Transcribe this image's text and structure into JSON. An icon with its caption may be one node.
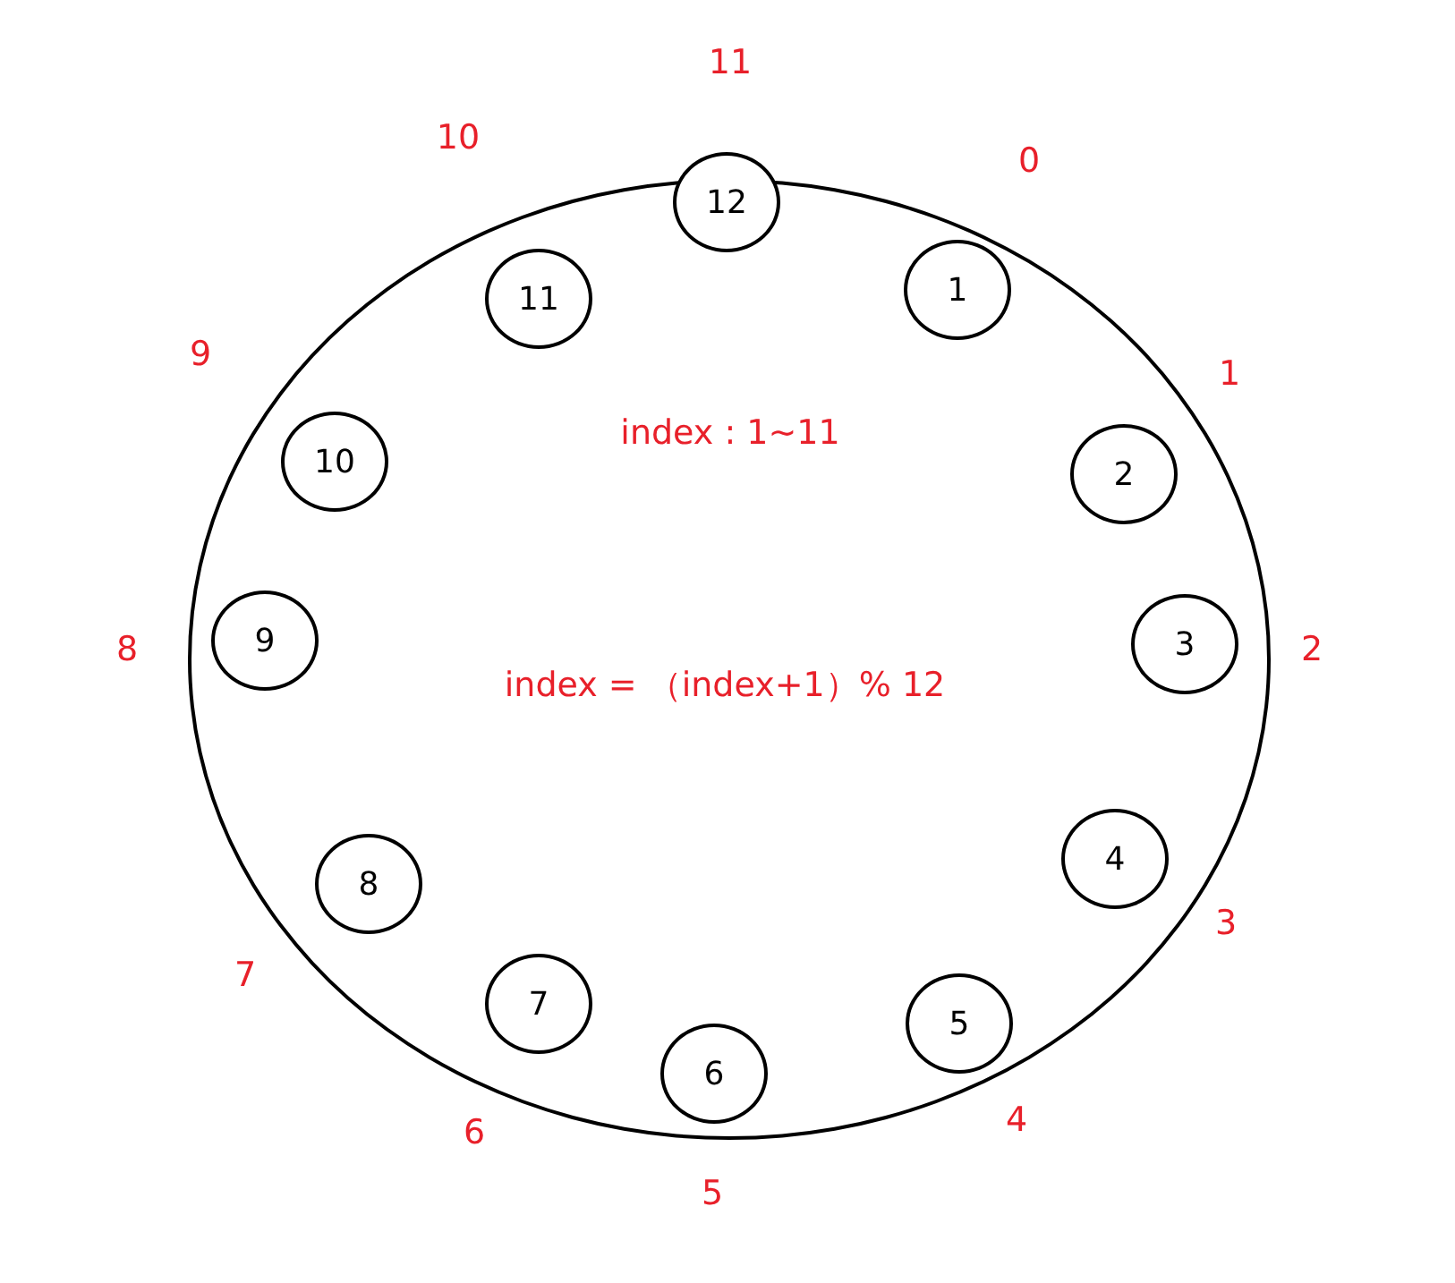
{
  "diagram": {
    "nodes": [
      {
        "text": [
          "index : 1~11",
          "index = （index+1）% 12"
        ]
      },
      {
        "text": [
          "1"
        ],
        "in": 0,
        "beside": [
          "0"
        ]
      },
      {
        "text": [
          "2"
        ],
        "in": 0,
        "beside": [
          "1"
        ]
      },
      {
        "text": [
          "3"
        ],
        "in": 0,
        "beside": [
          "2"
        ]
      },
      {
        "text": [
          "4"
        ],
        "in": 0,
        "beside": [
          "3"
        ]
      },
      {
        "text": [
          "5"
        ],
        "in": 0,
        "beside": [
          "4"
        ]
      },
      {
        "text": [
          "6"
        ],
        "in": 0,
        "beside": [
          "5"
        ]
      },
      {
        "text": [
          "7"
        ],
        "in": 0,
        "beside": [
          "6"
        ]
      },
      {
        "text": [
          "8"
        ],
        "in": 0,
        "beside": [
          "7"
        ]
      },
      {
        "text": [
          "9"
        ],
        "in": 0,
        "beside": [
          "8"
        ]
      },
      {
        "text": [
          "10"
        ],
        "in": 0,
        "beside": [
          "9"
        ]
      },
      {
        "text": [
          "11"
        ],
        "in": 0,
        "beside": [
          "10"
        ]
      },
      {
        "text": [
          "12"
        ],
        "in": 0,
        "beside": [
          "11"
        ]
      }
    ]
  }
}
